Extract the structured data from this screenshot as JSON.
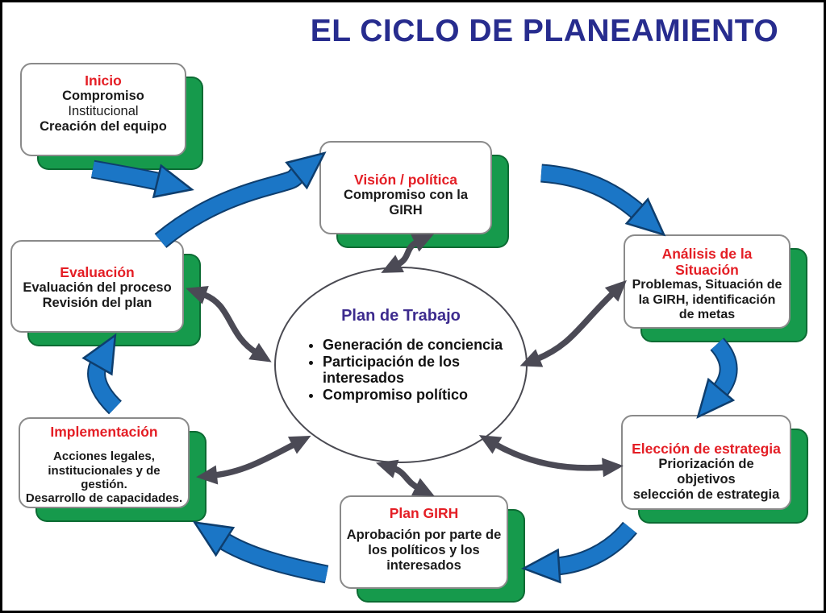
{
  "title": "EL CICLO DE PLANEAMIENTO",
  "colors": {
    "title_navy": "#272c8e",
    "heading_red": "#e41e25",
    "body_black": "#1a1a1a",
    "green_shadow": "#169a4c",
    "green_shadow_border": "#0c6b33",
    "blue_arrow": "#1b76c6",
    "blue_arrow_outline": "#0e3e6e",
    "gray_arrow": "#4b4a55",
    "ellipse_title_indigo": "#3d2b8e"
  },
  "nodes": [
    {
      "id": "inicio",
      "title": "Inicio",
      "lines": [
        "Compromiso",
        "Institucional",
        "Creación del equipo"
      ]
    },
    {
      "id": "vision",
      "title": "Visión / política",
      "lines": [
        "Compromiso con la GIRH"
      ]
    },
    {
      "id": "analisis",
      "title": "Análisis de la Situación",
      "lines": [
        "Problemas, Situación de la GIRH, identificación de metas"
      ]
    },
    {
      "id": "eleccion",
      "title": "Elección de estrategia",
      "lines": [
        "Priorización de objetivos",
        "selección de estrategia"
      ]
    },
    {
      "id": "plan_girh",
      "title": "Plan GIRH",
      "lines": [
        "Aprobación por parte de los políticos y los interesados"
      ]
    },
    {
      "id": "implementacion",
      "title": "Implementación",
      "lines": [
        "Acciones legales,",
        "institucionales y de gestión.",
        "Desarrollo de capacidades."
      ]
    },
    {
      "id": "evaluacion",
      "title": "Evaluación",
      "lines": [
        "Evaluación del proceso",
        "Revisión del plan"
      ]
    }
  ],
  "center": {
    "title": "Plan de Trabajo",
    "bullets": [
      "Generación de conciencia",
      "Participación de los interesados",
      "Compromiso político"
    ]
  }
}
